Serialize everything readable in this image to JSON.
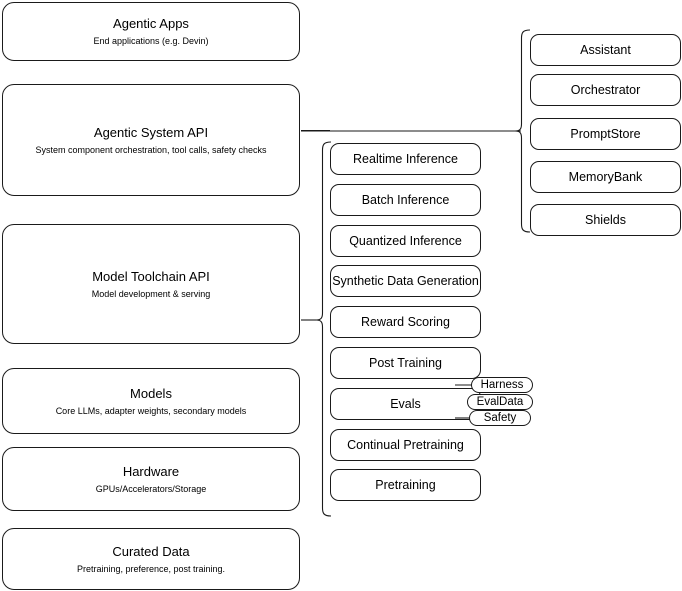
{
  "diagram": {
    "title": "AI stack layered architecture diagram",
    "stroke_color": "#1a1a1a",
    "background_color": "#ffffff"
  },
  "stack_layers": [
    {
      "id": "agentic-apps",
      "title": "Agentic Apps",
      "subtitle": "End applications (e.g. Devin)"
    },
    {
      "id": "agentic-system-api",
      "title": "Agentic System API",
      "subtitle": "System component orchestration, tool calls, safety checks"
    },
    {
      "id": "model-toolchain-api",
      "title": "Model Toolchain API",
      "subtitle": "Model development & serving"
    },
    {
      "id": "models",
      "title": "Models",
      "subtitle": "Core LLMs, adapter weights, secondary models"
    },
    {
      "id": "hardware",
      "title": "Hardware",
      "subtitle": "GPUs/Accelerators/Storage"
    },
    {
      "id": "curated-data",
      "title": "Curated Data",
      "subtitle": "Pretraining, preference, post training."
    }
  ],
  "toolchain_capabilities": [
    {
      "id": "realtime-inference",
      "label": "Realtime Inference"
    },
    {
      "id": "batch-inference",
      "label": "Batch Inference"
    },
    {
      "id": "quantized-inference",
      "label": "Quantized Inference"
    },
    {
      "id": "synthetic-data-generation",
      "label": "Synthetic Data Generation"
    },
    {
      "id": "reward-scoring",
      "label": "Reward Scoring"
    },
    {
      "id": "post-training",
      "label": "Post Training"
    },
    {
      "id": "evals",
      "label": "Evals"
    },
    {
      "id": "continual-pretraining",
      "label": "Continual Pretraining"
    },
    {
      "id": "pretraining",
      "label": "Pretraining"
    }
  ],
  "evals_badges": [
    {
      "id": "harness",
      "label": "Harness"
    },
    {
      "id": "evaldata",
      "label": "EvalData"
    },
    {
      "id": "safety",
      "label": "Safety"
    }
  ],
  "system_components": [
    {
      "id": "assistant",
      "label": "Assistant"
    },
    {
      "id": "orchestrator",
      "label": "Orchestrator"
    },
    {
      "id": "promptstore",
      "label": "PromptStore"
    },
    {
      "id": "memorybank",
      "label": "MemoryBank"
    },
    {
      "id": "shields",
      "label": "Shields"
    }
  ]
}
